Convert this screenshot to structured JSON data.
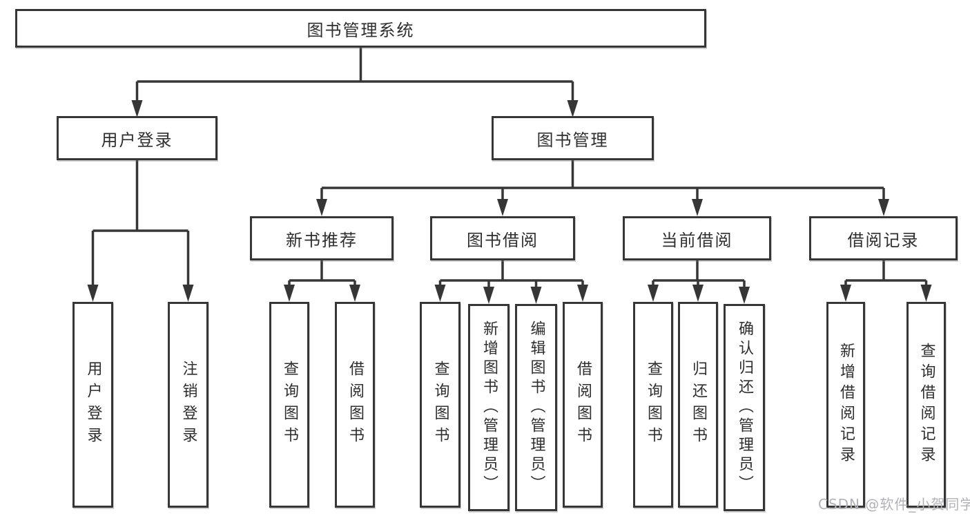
{
  "tree": {
    "label": "图书管理系统",
    "children": [
      {
        "label": "用户登录",
        "children": [
          {
            "label": "用户登录"
          },
          {
            "label": "注销登录"
          }
        ]
      },
      {
        "label": "图书管理",
        "children": [
          {
            "label": "新书推荐",
            "children": [
              {
                "label": "查询图书"
              },
              {
                "label": "借阅图书"
              }
            ]
          },
          {
            "label": "图书借阅",
            "children": [
              {
                "label": "查询图书"
              },
              {
                "label": "新增图书（管理员）"
              },
              {
                "label": "编辑图书（管理员）"
              },
              {
                "label": "借阅图书"
              }
            ]
          },
          {
            "label": "当前借阅",
            "children": [
              {
                "label": "查询图书"
              },
              {
                "label": "归还图书"
              },
              {
                "label": "确认归还（管理员）"
              }
            ]
          },
          {
            "label": "借阅记录",
            "children": [
              {
                "label": "新增借阅记录"
              },
              {
                "label": "查询借阅记录"
              }
            ]
          }
        ]
      }
    ]
  },
  "watermark": {
    "text": "CSDN @软件_小贺同学"
  },
  "colors": {
    "line": "#363636",
    "box_border": "#363636",
    "text": "#2e2e2e",
    "background": "#ffffff",
    "watermark": "#b2b2b6"
  }
}
